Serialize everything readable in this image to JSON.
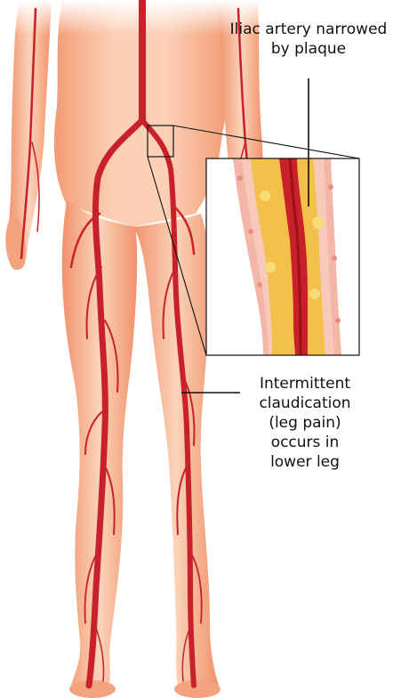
{
  "labels": {
    "narrowed": [
      "Iliac artery narrowed",
      "by plaque"
    ],
    "claudication": [
      "Intermittent",
      "claudication",
      "(leg pain)",
      "occurs in",
      "lower leg"
    ]
  },
  "colors": {
    "skin_light": "#fbd6bf",
    "skin": "#f6b08a",
    "skin_shadow": "#eb9572",
    "artery": "#c8212a",
    "artery_dark": "#9e1016",
    "plaque": "#f3c04a",
    "plaque_light": "#f8dc7a",
    "vessel_wall": "#f2a79a",
    "line": "#111111"
  }
}
